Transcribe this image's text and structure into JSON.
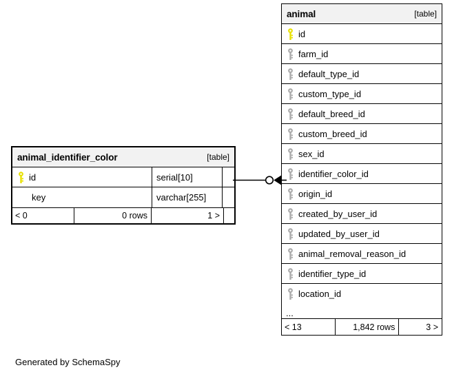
{
  "diagram": {
    "type": "entity-relationship-diagram",
    "generator_caption": "Generated by SchemaSpy",
    "table_tag": "[table]"
  },
  "entities": {
    "animal_identifier_color": {
      "name": "animal_identifier_color",
      "tag": "[table]",
      "columns": [
        {
          "name": "id",
          "type": "serial[10]",
          "key": "primary"
        },
        {
          "name": "key",
          "type": "varchar[255]",
          "key": "none"
        }
      ],
      "footer": {
        "prev": "< 0",
        "rows": "0 rows",
        "next": "1 >"
      }
    },
    "animal": {
      "name": "animal",
      "tag": "[table]",
      "columns": [
        {
          "name": "id",
          "key": "primary"
        },
        {
          "name": "farm_id",
          "key": "foreign"
        },
        {
          "name": "default_type_id",
          "key": "foreign"
        },
        {
          "name": "custom_type_id",
          "key": "foreign"
        },
        {
          "name": "default_breed_id",
          "key": "foreign"
        },
        {
          "name": "custom_breed_id",
          "key": "foreign"
        },
        {
          "name": "sex_id",
          "key": "foreign"
        },
        {
          "name": "identifier_color_id",
          "key": "foreign"
        },
        {
          "name": "origin_id",
          "key": "foreign"
        },
        {
          "name": "created_by_user_id",
          "key": "foreign"
        },
        {
          "name": "updated_by_user_id",
          "key": "foreign"
        },
        {
          "name": "animal_removal_reason_id",
          "key": "foreign"
        },
        {
          "name": "identifier_type_id",
          "key": "foreign"
        },
        {
          "name": "location_id",
          "key": "foreign"
        }
      ],
      "more_indicator": "...",
      "footer": {
        "prev": "< 13",
        "rows": "1,842 rows",
        "next": "3 >"
      }
    }
  },
  "relationship": {
    "from_table": "animal_identifier_color",
    "from_column": "id",
    "to_table": "animal",
    "to_column": "identifier_color_id",
    "source_cardinality": "zero-or-one",
    "target_cardinality": "many"
  },
  "colors": {
    "primary_key": "#e8e100",
    "foreign_key": "#aaaaaa",
    "header_background": "#f2f2f2",
    "border": "#000000",
    "canvas": "#ffffff"
  }
}
